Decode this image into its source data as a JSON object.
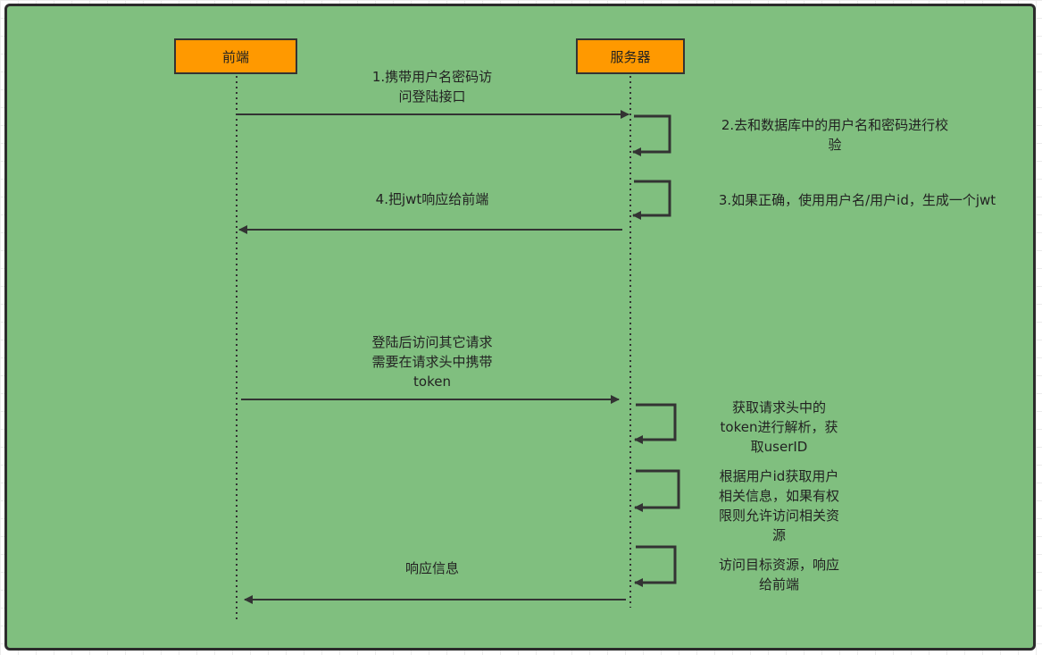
{
  "participants": {
    "frontend": "前端",
    "server": "服务器"
  },
  "messages": {
    "m1": [
      "1.携带用户名密码访",
      "问登陆接口"
    ],
    "m2": [
      "2.去和数据库中的用户名和密码进行校",
      "验"
    ],
    "m3": [
      "3.如果正确，使用用户名/用户id，生成一个jwt"
    ],
    "m4": [
      "4.把jwt响应给前端"
    ],
    "m5": [
      "登陆后访问其它请求",
      "需要在请求头中携带",
      "token"
    ],
    "m6": [
      "获取请求头中的",
      "token进行解析，获",
      "取userID"
    ],
    "m7": [
      "根据用户id获取用户",
      "相关信息，如果有权",
      "限则允许访问相关资",
      "源"
    ],
    "m8": [
      "访问目标资源，响应",
      "给前端"
    ],
    "m9": [
      "响应信息"
    ]
  },
  "colors": {
    "canvas": "#80bf7f",
    "participant_fill": "#ff9900",
    "line": "#333333"
  }
}
